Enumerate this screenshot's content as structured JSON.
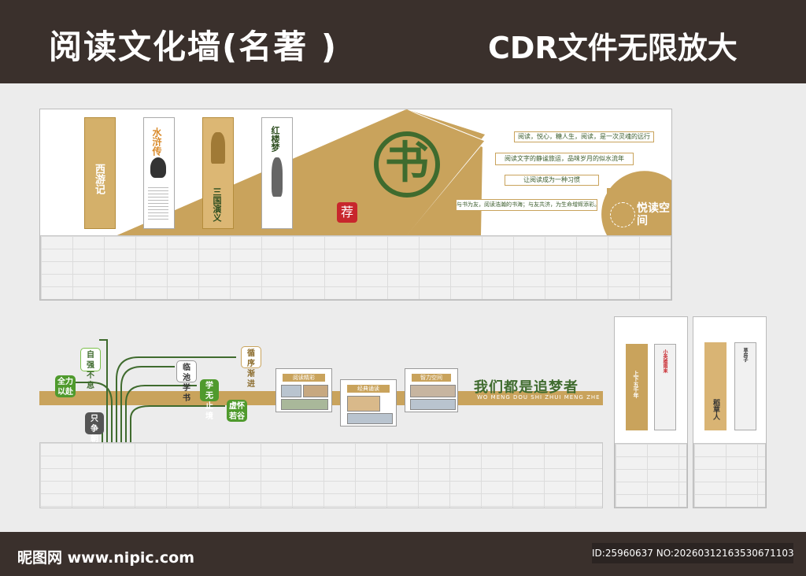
{
  "header": {
    "title": "阅读文化墙(名著 )",
    "subtitle": "CDR文件无限放大"
  },
  "wall_top": {
    "books": [
      {
        "name": "西游记"
      },
      {
        "name": "水浒传"
      },
      {
        "name": "三国演义"
      },
      {
        "name": "红楼梦"
      }
    ],
    "big_char": "书",
    "seal_char": "荐",
    "banners": [
      "阅读，悦心，糖人生，阅读，是一次灵魂的远行",
      "阅读文字的静谧旅运，品味岁月的似水流年",
      "让阅读成为一种习惯",
      "与书为友，阅读浩瀚的书海；与友共济，为生命增辉添彩。"
    ],
    "corner_logo": "悦读空间"
  },
  "wall_bottom": {
    "tree_labels": [
      "自强不息",
      "全力以赴",
      "只争朝夕",
      "临池学书",
      "学无止境",
      "循序渐进",
      "虚怀若谷"
    ],
    "boards": [
      "阅读精彩",
      "经典诵读",
      "智力空间"
    ],
    "slogan": "我们都是追梦者",
    "slogan_pinyin": "WO MENG DOU SHI ZHUI MENG ZHE"
  },
  "side_panels": {
    "panel1": {
      "left_title": "上下五千年",
      "right_title": "小英雄雨来"
    },
    "panel2": {
      "left_title": "稻草人",
      "right_title": "草房子"
    }
  },
  "footer": {
    "logo": "昵图网 www.nipic.com",
    "id_text": "ID:25960637 NO:20260312163530671103"
  },
  "colors": {
    "gold": "#c9a35c",
    "green": "#3f6b2e",
    "dark": "#3a302c"
  }
}
